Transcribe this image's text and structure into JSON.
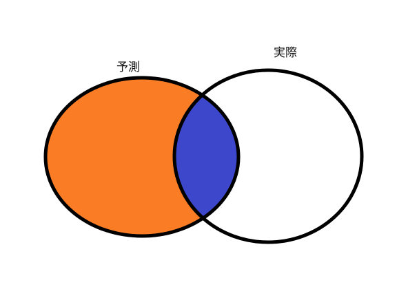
{
  "diagram": {
    "type": "venn",
    "sets": [
      {
        "id": "prediction",
        "label": "予測",
        "fill": "#fa7d25"
      },
      {
        "id": "actual",
        "label": "実際",
        "fill": "#ffffff"
      }
    ],
    "intersection": {
      "fill": "#3d47cb"
    },
    "outline_color": "#000000",
    "background": "#ffffff"
  }
}
